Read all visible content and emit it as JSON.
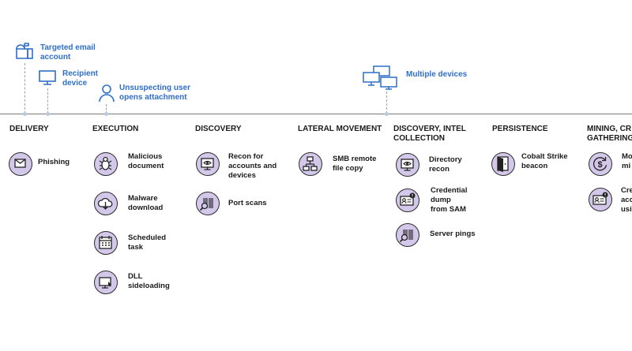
{
  "top_markers": {
    "targeted_email": "Targeted email\naccount",
    "recipient_device": "Recipient\ndevice",
    "unsuspecting_user": "Unsuspecting user\nopens attachment",
    "multiple_devices": "Multiple devices"
  },
  "phases": {
    "delivery": {
      "title": "DELIVERY",
      "items": [
        {
          "label": "Phishing",
          "icon": "mail-icon"
        }
      ]
    },
    "execution": {
      "title": "EXECUTION",
      "items": [
        {
          "label": "Malicious\ndocument",
          "icon": "bug-icon"
        },
        {
          "label": "Malware\ndownload",
          "icon": "cloud-download-icon"
        },
        {
          "label": "Scheduled\ntask",
          "icon": "calendar-icon"
        },
        {
          "label": "DLL\nsideloading",
          "icon": "monitor-cursor-icon"
        }
      ]
    },
    "discovery": {
      "title": "DISCOVERY",
      "items": [
        {
          "label": "Recon for\naccounts and\ndevices",
          "icon": "monitor-eye-icon"
        },
        {
          "label": "Port scans",
          "icon": "barcode-search-icon"
        }
      ]
    },
    "lateral": {
      "title": "LATERAL MOVEMENT",
      "items": [
        {
          "label": "SMB remote\nfile copy",
          "icon": "network-icon"
        }
      ]
    },
    "discovery_intel": {
      "title": "DISCOVERY, INTEL\nCOLLECTION",
      "items": [
        {
          "label": "Directory\nrecon",
          "icon": "monitor-eye-icon"
        },
        {
          "label": "Credential\ndump\nfrom SAM",
          "icon": "id-card-alert-icon"
        },
        {
          "label": "Server pings",
          "icon": "barcode-search-icon"
        }
      ]
    },
    "persistence": {
      "title": "PERSISTENCE",
      "items": [
        {
          "label": "Cobalt Strike\nbeacon",
          "icon": "door-icon"
        }
      ]
    },
    "mining": {
      "title": "MINING, CR\nGATHERING",
      "items": [
        {
          "label": "Mo\nmi",
          "icon": "dollar-cycle-icon"
        },
        {
          "label": "Cre\nacc\nusi",
          "icon": "id-card-alert-icon"
        }
      ]
    }
  },
  "colors": {
    "accent_blue": "#2f6ec8",
    "icon_fill": "#d4c8ea",
    "timeline": "#7a7a7a"
  }
}
